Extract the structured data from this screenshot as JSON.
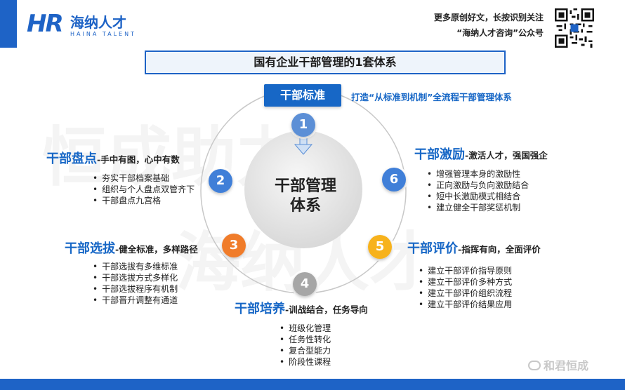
{
  "header": {
    "logo_cn": "海纳人才",
    "logo_en": "HAINA TALENT",
    "logo_mark": "HR",
    "promo_line1": "更多原创好文，长按识别关注",
    "promo_line2": "“海纳人才咨询”公众号"
  },
  "title": "国有企业干部管理的1套体系",
  "standard": {
    "label": "干部标准",
    "subtitle": "打造“从标准到机制”全流程干部管理体系"
  },
  "center": {
    "line1": "干部管理",
    "line2": "体系"
  },
  "watermark": [
    "恒成助力",
    "海纳人才"
  ],
  "nodes": [
    {
      "num": "1",
      "color": "#5b8fd6"
    },
    {
      "num": "2",
      "color": "#3f7fd8"
    },
    {
      "num": "3",
      "color": "#f07b2c"
    },
    {
      "num": "4",
      "color": "#a6a6a6"
    },
    {
      "num": "5",
      "color": "#f7b21a"
    },
    {
      "num": "6",
      "color": "#3f7fd8"
    }
  ],
  "sections": {
    "pandian": {
      "main": "干部盘点",
      "sub": "-手中有图，心中有数",
      "items": [
        "夯实干部档案基础",
        "组织与个人盘点双管齐下",
        "干部盘点九宫格"
      ]
    },
    "xuanba": {
      "main": "干部选拔",
      "sub": "-健全标准，多样路径",
      "items": [
        "干部选拔有多维标准",
        "干部选拔方式多样化",
        "干部选拔程序有机制",
        "干部晋升调整有通道"
      ]
    },
    "peiyang": {
      "main": "干部培养",
      "sub": "-训战结合，任务导向",
      "items": [
        "班级化管理",
        "任务性转化",
        "复合型能力",
        "阶段性课程"
      ]
    },
    "pingjia": {
      "main": "干部评价",
      "sub": "-指挥有向，全面评价",
      "items": [
        "建立干部评价指导原则",
        "建立干部评价多种方式",
        "建立干部评价组织流程",
        "建立干部评价结果应用"
      ]
    },
    "jili": {
      "main": "干部激励",
      "sub": "-激活人才，强国强企",
      "items": [
        "增强管理本身的激励性",
        "正向激励与负向激励结合",
        "短中长激励模式相结合",
        "建立健全干部奖惩机制"
      ]
    }
  },
  "footer": {
    "brand": "和君恒成"
  }
}
